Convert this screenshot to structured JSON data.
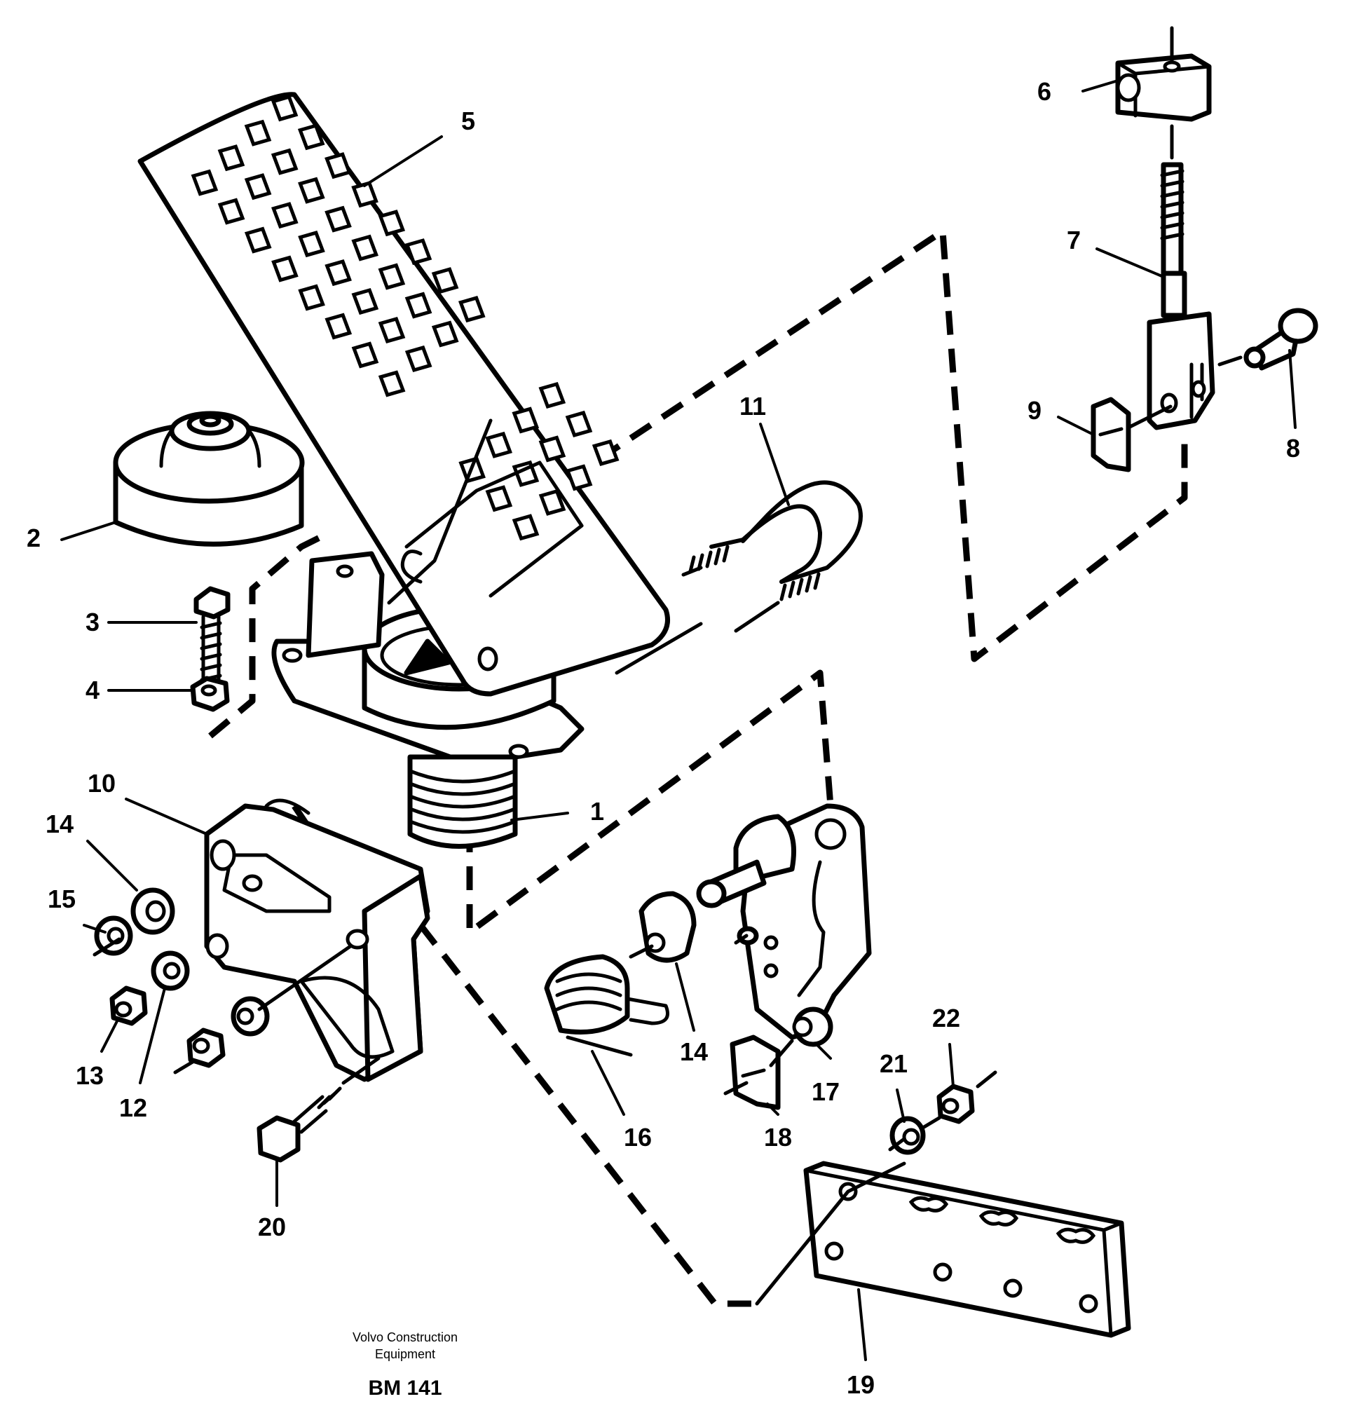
{
  "callouts": {
    "p1": "1",
    "p2": "2",
    "p3": "3",
    "p4": "4",
    "p5": "5",
    "p6": "6",
    "p7": "7",
    "p8": "8",
    "p9": "9",
    "p10": "10",
    "p11": "11",
    "p12": "12",
    "p13": "13",
    "p14a": "14",
    "p14b": "14",
    "p15": "15",
    "p16": "16",
    "p17": "17",
    "p18": "18",
    "p19": "19",
    "p20": "20",
    "p21": "21",
    "p22": "22"
  },
  "footer": {
    "line1": "Volvo Construction",
    "line2": "Equipment",
    "code": "BM 141"
  }
}
